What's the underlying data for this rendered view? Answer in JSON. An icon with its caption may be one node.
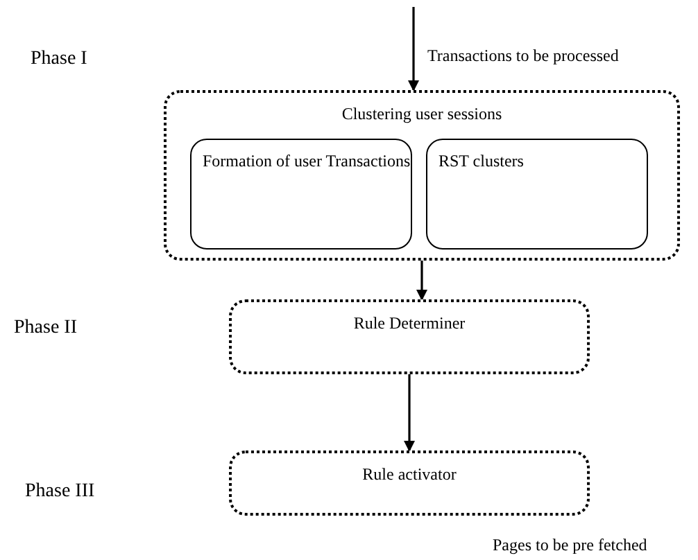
{
  "diagram": {
    "nodes": [
      {
        "text": [
          "Clustering user sessions"
        ]
      },
      {
        "text": [
          "Formation of user Transactions"
        ],
        "in": 0
      },
      {
        "text": [
          "RST clusters"
        ],
        "in": 0
      },
      {
        "text": [
          "Rule Determiner"
        ]
      },
      {
        "text": [
          "Rule activator"
        ]
      }
    ],
    "edges": [
      {
        "from": null,
        "to": 0,
        "arrow": "to",
        "label": "Transactions to be processed"
      },
      {
        "from": 0,
        "to": 3,
        "arrow": "to"
      },
      {
        "from": 3,
        "to": 4,
        "arrow": "to"
      }
    ],
    "labels": [
      "Phase I",
      "Phase II",
      "Phase III",
      "Pages to be pre fetched"
    ]
  }
}
